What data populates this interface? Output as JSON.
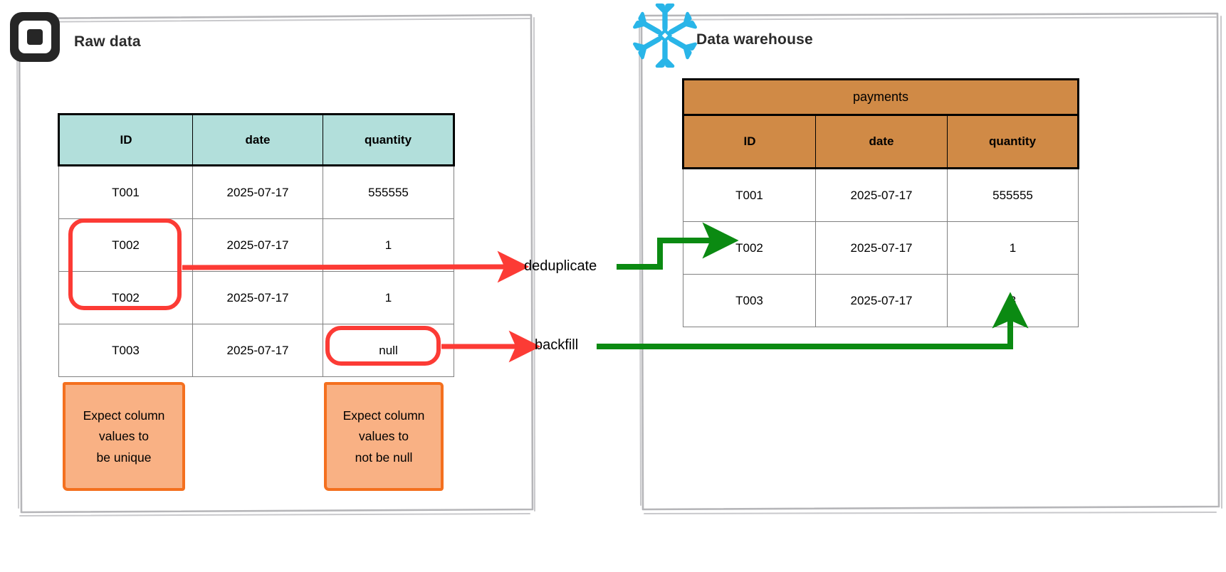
{
  "panels": {
    "left": {
      "title": "Raw data",
      "logo": "square-logo"
    },
    "right": {
      "title": "Data warehouse",
      "logo": "snowflake-logo"
    }
  },
  "raw_table": {
    "columns": [
      "ID",
      "date",
      "quantity"
    ],
    "rows": [
      [
        "T001",
        "2025-07-17",
        "555555"
      ],
      [
        "T002",
        "2025-07-17",
        "1"
      ],
      [
        "T002",
        "2025-07-17",
        "1"
      ],
      [
        "T003",
        "2025-07-17",
        "null"
      ]
    ],
    "header_color": "#b2dfdb"
  },
  "warehouse_table": {
    "title": "payments",
    "columns": [
      "ID",
      "date",
      "quantity"
    ],
    "rows": [
      [
        "T001",
        "2025-07-17",
        "555555"
      ],
      [
        "T002",
        "2025-07-17",
        "1"
      ],
      [
        "T003",
        "2025-07-17",
        "3"
      ]
    ],
    "header_color": "#d08a46"
  },
  "flows": [
    {
      "label": "deduplicate",
      "in_color": "#fc3b35",
      "out_color": "#0b8a12"
    },
    {
      "label": "backfill",
      "in_color": "#fc3b35",
      "out_color": "#0b8a12"
    }
  ],
  "notes": [
    {
      "lines": [
        "Expect column",
        "values to",
        "be unique"
      ]
    },
    {
      "lines": [
        "Expect column",
        "values to",
        "not be null"
      ]
    }
  ],
  "highlights": [
    {
      "name": "duplicate-ids",
      "color": "#fc3b35"
    },
    {
      "name": "null-quantity",
      "color": "#fc3b35"
    }
  ],
  "colors": {
    "red": "#fc3b35",
    "green": "#0b8a12",
    "teal": "#b2dfdb",
    "orange_header": "#d08a46",
    "note_fill": "#f9b184",
    "note_border": "#f4701f",
    "snowflake_blue": "#29b5e8",
    "square_dark": "#262626",
    "panel_border": "#b3b3b3"
  }
}
